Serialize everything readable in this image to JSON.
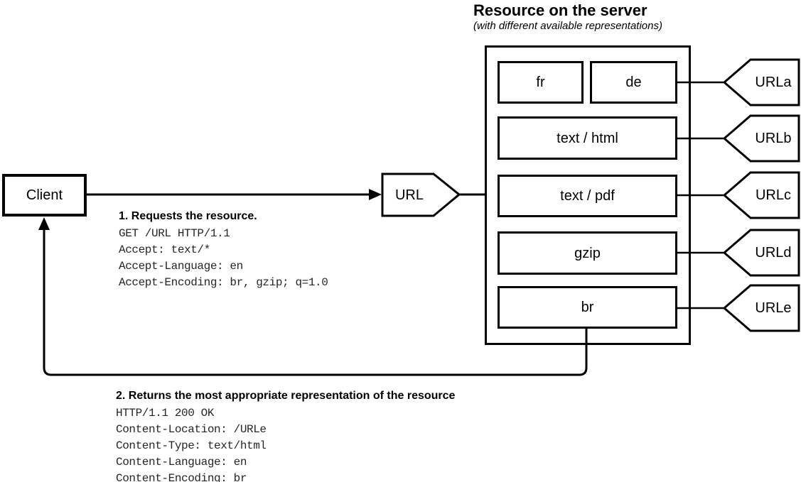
{
  "colors": {
    "stroke": "#000000",
    "background": "#ffffff",
    "code_text": "#262626"
  },
  "client": {
    "label": "Client"
  },
  "url_node": {
    "label": "URL"
  },
  "server": {
    "title": "Resource on the server",
    "subtitle": "(with different available representations)",
    "rows": [
      {
        "boxes": [
          "fr",
          "de"
        ],
        "url": "URLa"
      },
      {
        "boxes": [
          "text / html"
        ],
        "url": "URLb"
      },
      {
        "boxes": [
          "text / pdf"
        ],
        "url": "URLc"
      },
      {
        "boxes": [
          "gzip"
        ],
        "url": "URLd"
      },
      {
        "boxes": [
          "br"
        ],
        "url": "URLe"
      }
    ]
  },
  "request": {
    "step_heading": "1. Requests the resource.",
    "lines": [
      "GET /URL HTTP/1.1",
      "Accept: text/*",
      "Accept-Language: en",
      "Accept-Encoding: br, gzip; q=1.0"
    ]
  },
  "response": {
    "step_heading": "2. Returns the most appropriate representation of the resource",
    "lines": [
      "HTTP/1.1 200 OK",
      "Content-Location: /URLe",
      "Content-Type: text/html",
      "Content-Language: en",
      "Content-Encoding: br"
    ]
  }
}
